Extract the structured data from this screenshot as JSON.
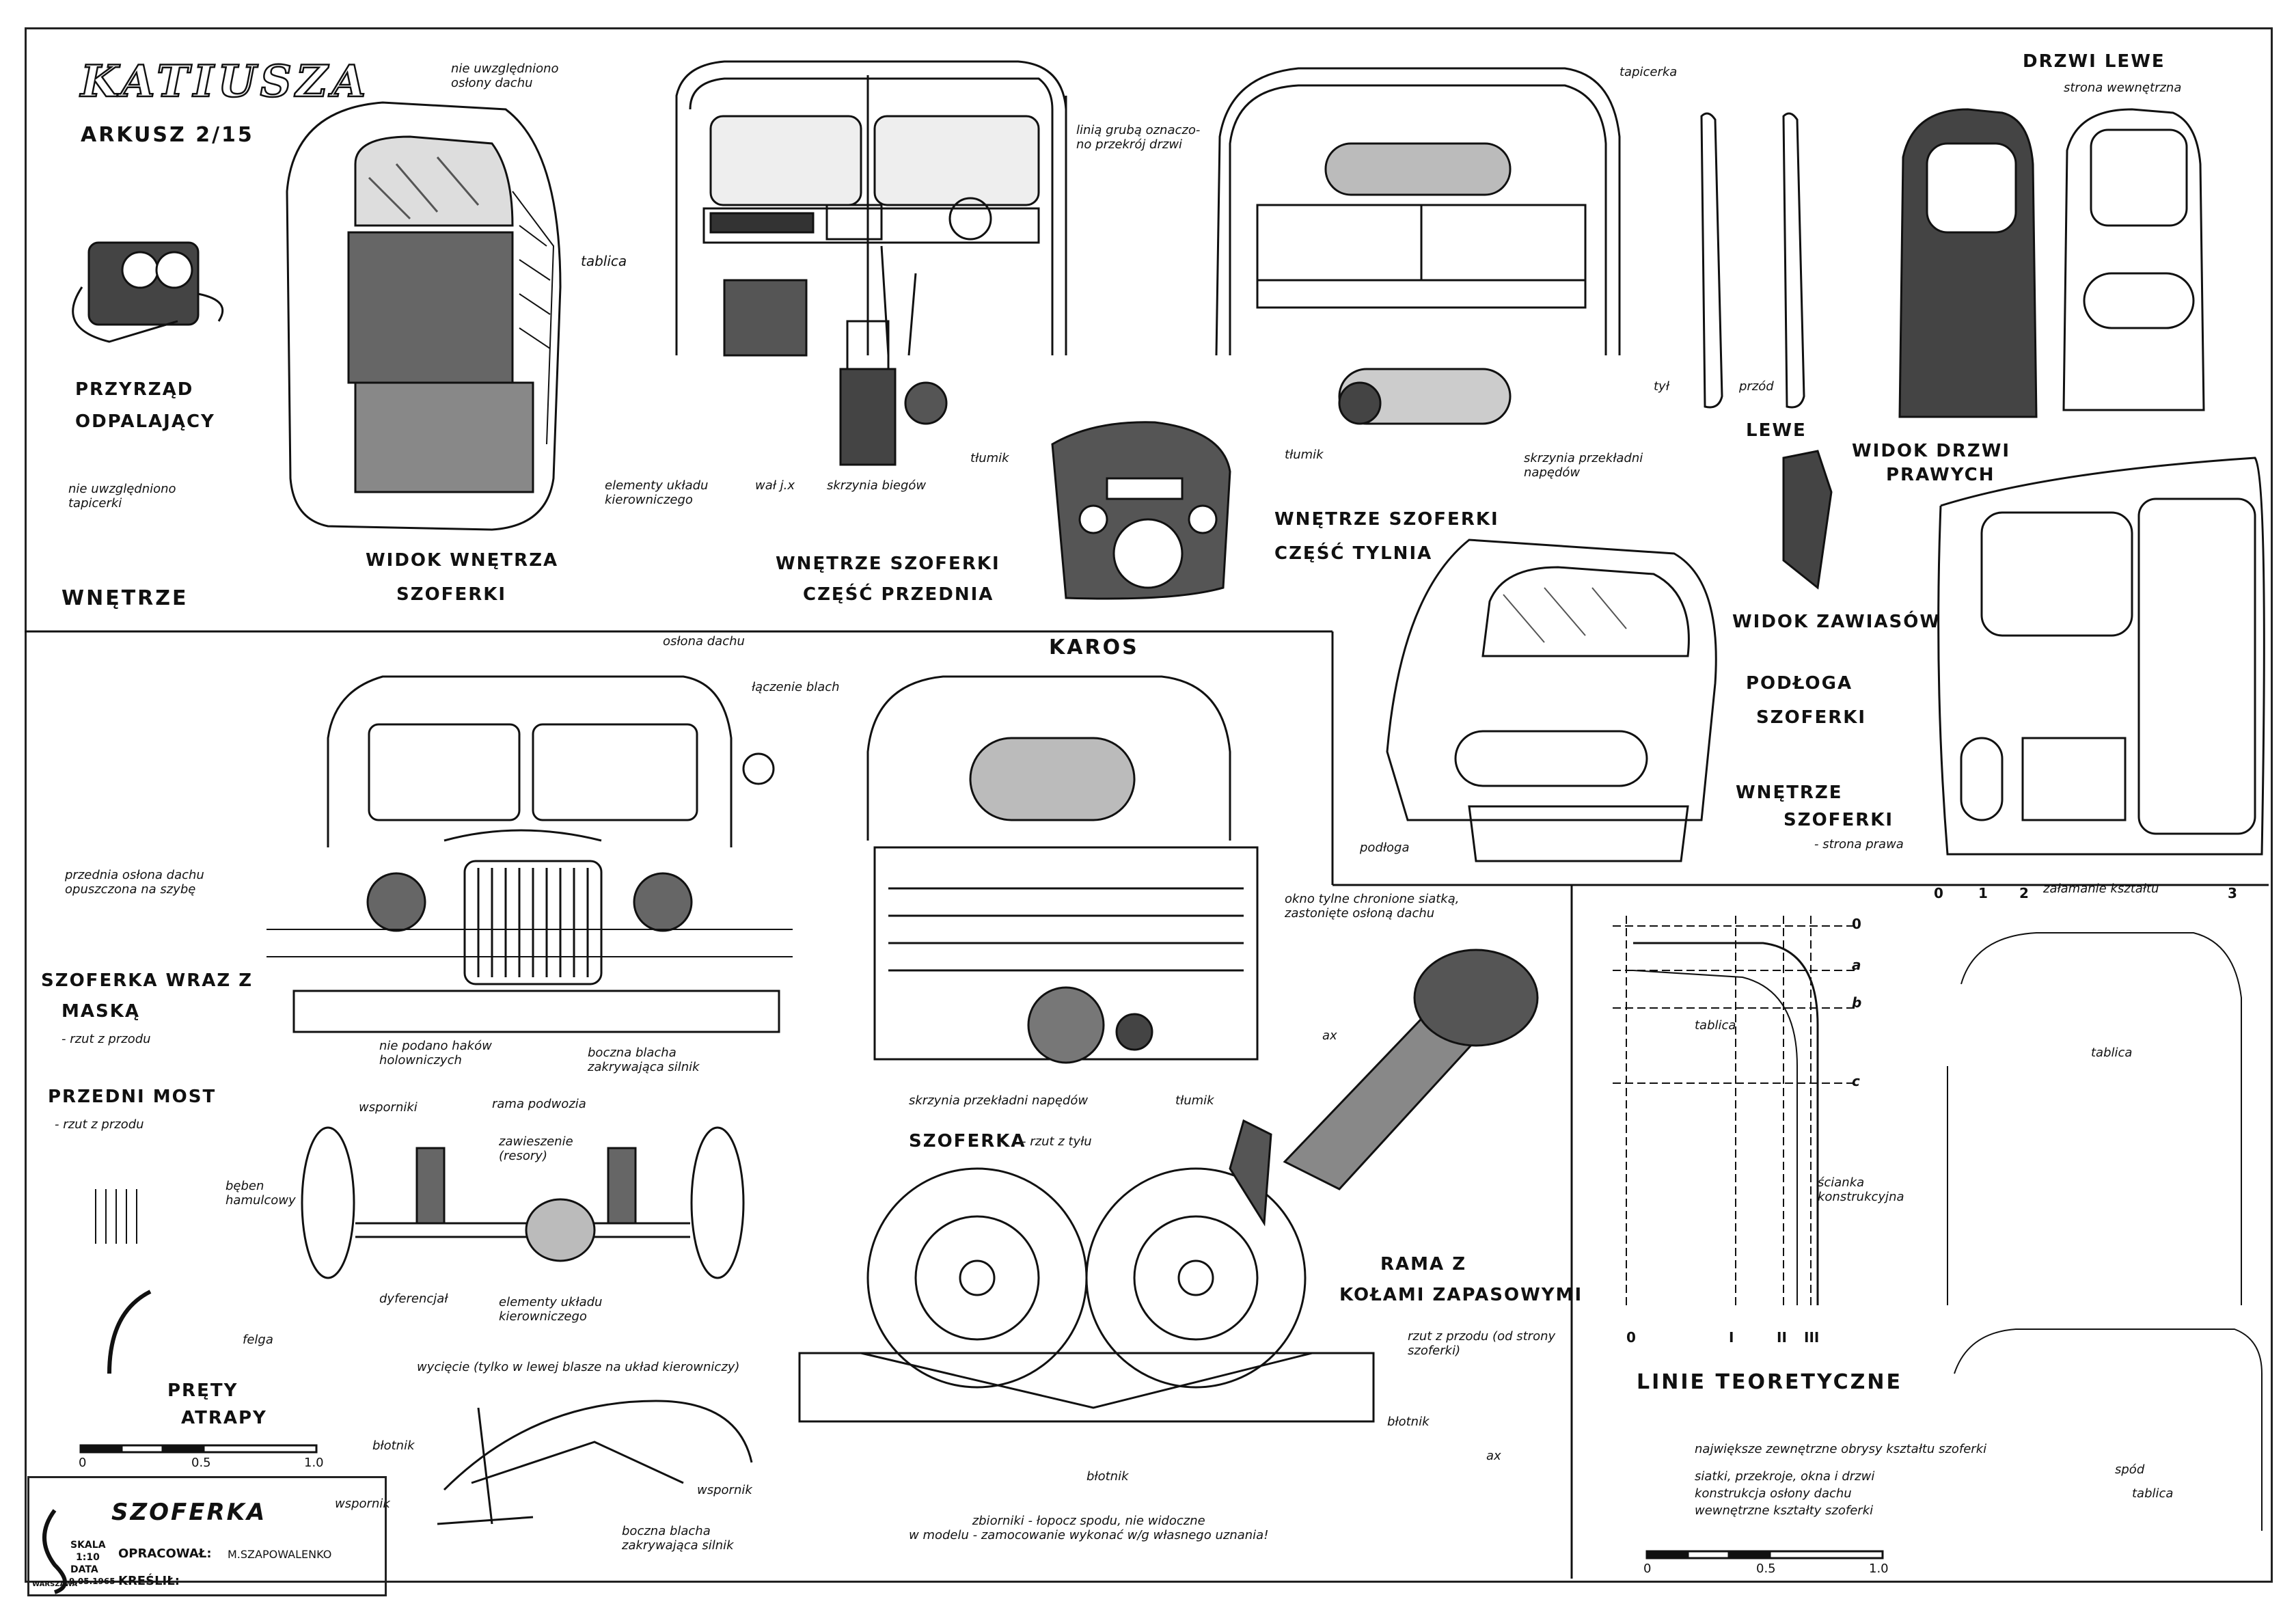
{
  "sheet": {
    "title": "KATIUSZA",
    "sheet_no": "ARKUSZ 2/15",
    "colors": {
      "ink": "#111111",
      "paper": "#ffffff",
      "hatch": "#333333"
    }
  },
  "top_section": {
    "heading": "WNĘTRZE",
    "przyrzad": {
      "line1": "PRZYRZĄD",
      "line2": "ODPALAJĄCY"
    },
    "widok_wnetrza": {
      "line1": "WIDOK WNĘTRZA",
      "line2": "SZOFERKI"
    },
    "notes_cab": {
      "roof": "nie uwzględniono\nosłony dachu",
      "upholstery": "nie uwzględniono\ntapicerki"
    },
    "front_interior": {
      "line1": "WNĘTRZE SZOFERKI",
      "line2": "CZĘŚĆ PRZEDNIA",
      "tablica": "tablica",
      "section_note": "linią grubą oznaczo-\nno przekrój drzwi",
      "steering": "elementy układu\nkierowniczego",
      "wal": "wał j.x",
      "gearbox": "skrzynia biegów",
      "tlumik": "tłumik"
    },
    "rear_interior": {
      "line1": "WNĘTRZE SZOFERKI",
      "line2": "CZĘŚĆ TYLNIA",
      "tapicerka": "tapicerka",
      "tlumik": "tłumik",
      "transfer": "skrzynia przekładni\nnapędów",
      "tyl": "tył",
      "przod": "przód"
    },
    "doors": {
      "title": "DRZWI LEWE",
      "subtitle": "strona wewnętrzna",
      "lewe": "LEWE",
      "widok_prawych_1": "WIDOK DRZWI",
      "widok_prawych_2": "PRAWYCH",
      "widok_zawiasow": "WIDOK ZAWIASÓW"
    }
  },
  "right_mid": {
    "podloga_1": "PODŁOGA",
    "podloga_2": "SZOFERKI",
    "wnetrze_1": "WNĘTRZE",
    "wnetrze_2": "SZOFERKI",
    "strona": "- strona prawa",
    "podloga_small": "podłoga"
  },
  "karos": {
    "heading": "KAROS",
    "oslona": "osłona dachu",
    "laczenie": "łączenie blach",
    "front_osl": "przednia osłona dachu\nopuszczona na szybę",
    "szoferka_maska_1": "SZOFERKA WRAZ Z",
    "szoferka_maska_2": "MASKĄ",
    "rzut_przodu": "- rzut z przodu",
    "haki": "nie podano haków\nholowniczych",
    "boczna": "boczna blacha\nzakrywająca silnik",
    "window_note": "okno tylne chronione siatką,\nzastonięte osłoną dachu",
    "transfer_rear": "skrzynia przekładni napędów",
    "tlumik_rear": "tłumik",
    "ax": "ax",
    "szoferka_tyl": "SZOFERKA",
    "rzut_tylu": "- rzut z tyłu"
  },
  "axle": {
    "heading": "PRZEDNI MOST",
    "rzut": "- rzut z przodu",
    "wsporniki": "wsporniki",
    "rama": "rama podwozia",
    "zawieszenie": "zawieszenie\n(resory)",
    "beben": "bęben\nhamulcowy",
    "dyferencjal": "dyferencjał",
    "kier": "elementy układu\nkierowniczego",
    "felga": "felga"
  },
  "grille": {
    "label_1": "PRĘTY",
    "label_2": "ATRAPY"
  },
  "bottom_center": {
    "cutout": "wycięcie (tylko w lewej blasze na układ kierowniczy)",
    "blotnik": "błotnik",
    "wspornik_l": "wspornik",
    "wspornik_r": "wspornik",
    "boczna": "boczna blacha\nzakrywająca silnik",
    "blotnik2": "błotnik",
    "blotnik3": "błotnik",
    "zbiorniki": "zbiorniki - łopocz spodu, nie widoczne\nw modelu - zamocowanie wykonać w/g własnego uznania!",
    "rama_1": "RAMA Z",
    "rama_2": "KOŁAMI ZAPASOWYMI",
    "rzut_strony": "rzut z przodu (od strony\nszoferki)",
    "ax": "ax"
  },
  "linie": {
    "heading": "LINIE TEORETYCZNE",
    "top_axis": [
      "0",
      "1",
      "2",
      "3"
    ],
    "zalamanie": "załamanie kształtu",
    "rows": [
      "0",
      "a",
      "b",
      "c"
    ],
    "bottom_axis": [
      "0",
      "I",
      "II",
      "III"
    ],
    "tablica": "tablica",
    "scianka": "ścianka\nkonstrukcyjna",
    "legend": [
      "największe zewnętrzne obrysy kształtu szoferki",
      "siatki, przekroje, okna i drzwi",
      "konstrukcja osłony dachu",
      "wewnętrzne kształty szoferki"
    ],
    "spod": "spód",
    "tablica2": "tablica"
  },
  "scales": {
    "left": [
      "0",
      "0.5",
      "1.0"
    ],
    "right": [
      "0",
      "0.5",
      "1.0"
    ]
  },
  "title_block": {
    "name": "SZOFERKA",
    "skala_label": "SKALA",
    "skala": "1:10",
    "data_label": "DATA",
    "data": "9.05.1965",
    "opracowal_label": "OPRACOWAŁ:",
    "opracowal": "M.SZAPOWALENKO",
    "kreslil_label": "KREŚLIŁ:",
    "city": "WARSZAWA"
  }
}
